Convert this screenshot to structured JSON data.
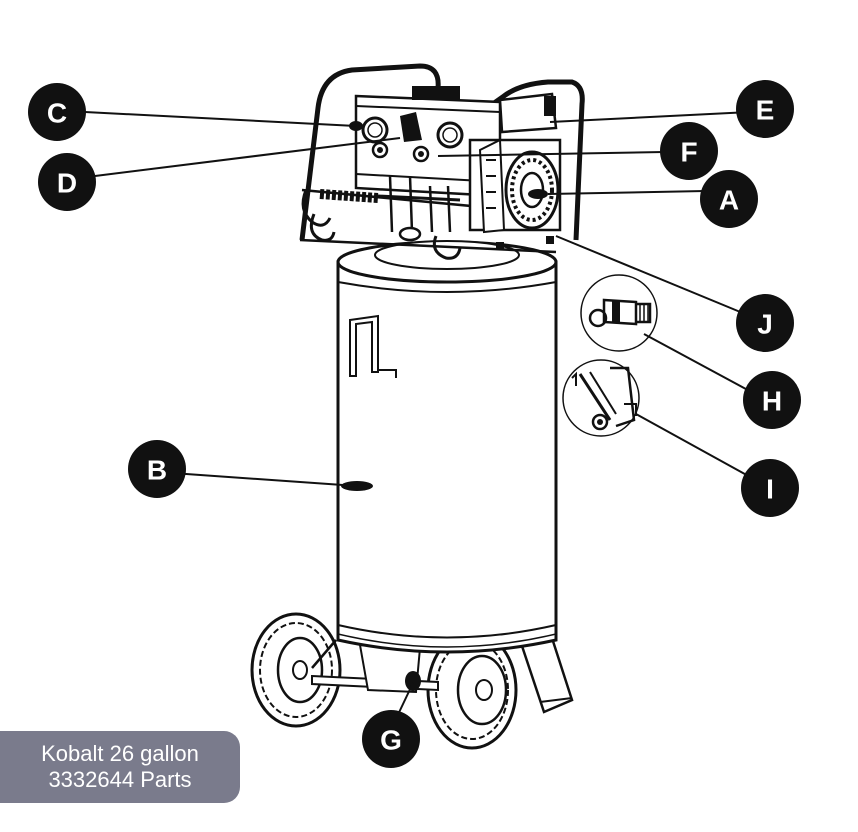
{
  "caption": {
    "line1": "Kobalt 26 gallon",
    "line2": "3332644 Parts",
    "background": "#7a7b8c"
  },
  "callouts": [
    "A",
    "B",
    "C",
    "D",
    "E",
    "F",
    "G",
    "H",
    "I",
    "J"
  ],
  "colors": {
    "line": "#111111",
    "callout_fill": "#111111",
    "callout_text": "#ffffff",
    "fill": "#ffffff"
  }
}
